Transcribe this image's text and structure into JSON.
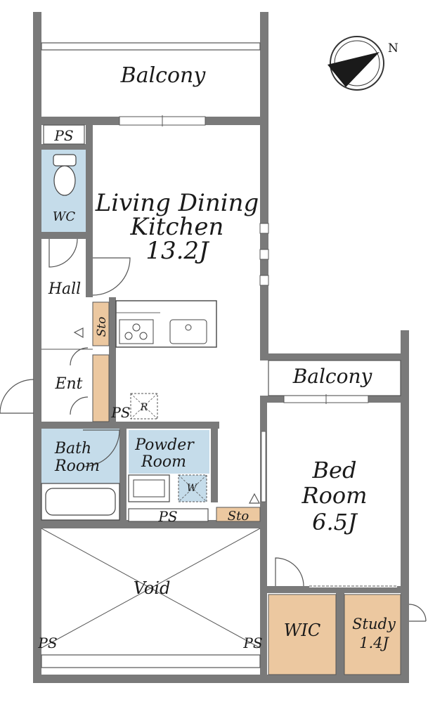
{
  "rooms": {
    "balcony_top": "Balcony",
    "balcony_right": "Balcony",
    "ldk_line1": "Living Dining",
    "ldk_line2": "Kitchen",
    "ldk_size": "13.2J",
    "hall": "Hall",
    "entrance": "Ent",
    "wc": "WC",
    "bath_line1": "Bath",
    "bath_line2": "Room",
    "powder_line1": "Powder",
    "powder_line2": "Room",
    "bed_line1": "Bed",
    "bed_line2": "Room",
    "bed_size": "6.5J",
    "void": "Void",
    "wic": "WIC",
    "study_line1": "Study",
    "study_size": "1.4J"
  },
  "fixtures": {
    "ps_wc": "PS",
    "ps_ent": "PS",
    "ps_powder": "PS",
    "ps_void_left": "PS",
    "ps_void_right": "PS",
    "sto_hall": "Sto",
    "sto_right": "Sto",
    "fridge": "R",
    "washer": "W"
  },
  "compass": {
    "label": "N"
  },
  "colors": {
    "wall": "#7a7a7a",
    "wet_area": "#c5dcea",
    "storage": "#ecc8a0"
  }
}
